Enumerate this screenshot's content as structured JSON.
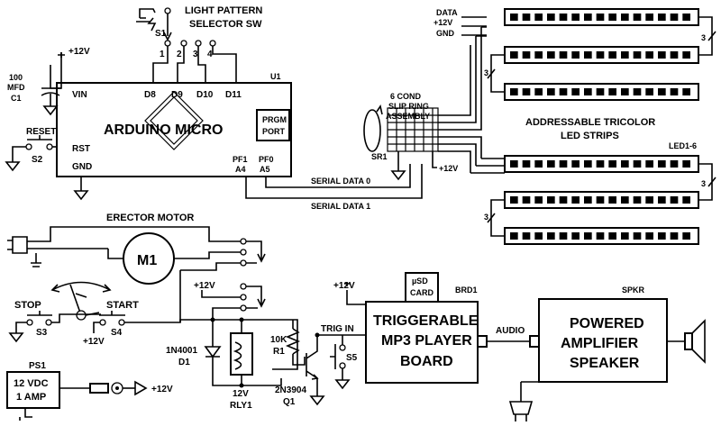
{
  "selector": {
    "title_line1": "LIGHT PATTERN",
    "title_line2": "SELECTOR SW",
    "ref": "S1",
    "positions": [
      "1",
      "2",
      "3",
      "4"
    ]
  },
  "supply_plus12": "+12V",
  "capacitor": {
    "line1": "100",
    "line2": "MFD",
    "ref": "C1"
  },
  "arduino": {
    "ref": "U1",
    "title": "ARDUINO MICRO",
    "pins": {
      "vin": "VIN",
      "rst": "RST",
      "gnd": "GND",
      "d8": "D8",
      "d9": "D9",
      "d10": "D10",
      "d11": "D11",
      "pf1": "PF1",
      "pf0": "PF0",
      "a4": "A4",
      "a5": "A5"
    },
    "prgm_line1": "PRGM",
    "prgm_line2": "PORT"
  },
  "reset": {
    "label": "RESET",
    "ref": "S2"
  },
  "serial0": "SERIAL DATA 0",
  "serial1": "SERIAL DATA 1",
  "slip_ring": {
    "line1": "6 COND",
    "line2": "SLIP RING",
    "line3": "ASSEMBLY",
    "ref": "SR1"
  },
  "strip_bus": {
    "data": "DATA",
    "plus12": "+12V",
    "gnd": "GND"
  },
  "led_strips": {
    "title_line1": "ADDRESSABLE TRICOLOR",
    "title_line2": "LED STRIPS",
    "ref": "LED1-6",
    "bus_count": "3"
  },
  "motor": {
    "title": "ERECTOR MOTOR",
    "symbol": "M1"
  },
  "stop": {
    "label": "STOP",
    "ref": "S3"
  },
  "start": {
    "label": "START",
    "ref": "S4",
    "supply": "+12V"
  },
  "relay_supply": "+12V",
  "diode": {
    "part": "1N4001",
    "ref": "D1"
  },
  "relay": {
    "line1": "12V",
    "line2": "RLY1"
  },
  "resistor": {
    "value": "10K",
    "ref": "R1"
  },
  "transistor": {
    "part": "2N3904",
    "ref": "Q1"
  },
  "trig_in": "TRIG IN",
  "s5": "S5",
  "mp3": {
    "supply": "+12V",
    "card_line1": "µSD",
    "card_line2": "CARD",
    "ref": "BRD1",
    "line1": "TRIGGERABLE",
    "line2": "MP3  PLAYER",
    "line3": "BOARD"
  },
  "audio": "AUDIO",
  "amp": {
    "ref": "SPKR",
    "line1": "POWERED",
    "line2": "AMPLIFIER",
    "line3": "SPEAKER"
  },
  "power_supply": {
    "ref": "PS1",
    "line1": "12 VDC",
    "line2": "1 AMP",
    "output": "+12V"
  }
}
